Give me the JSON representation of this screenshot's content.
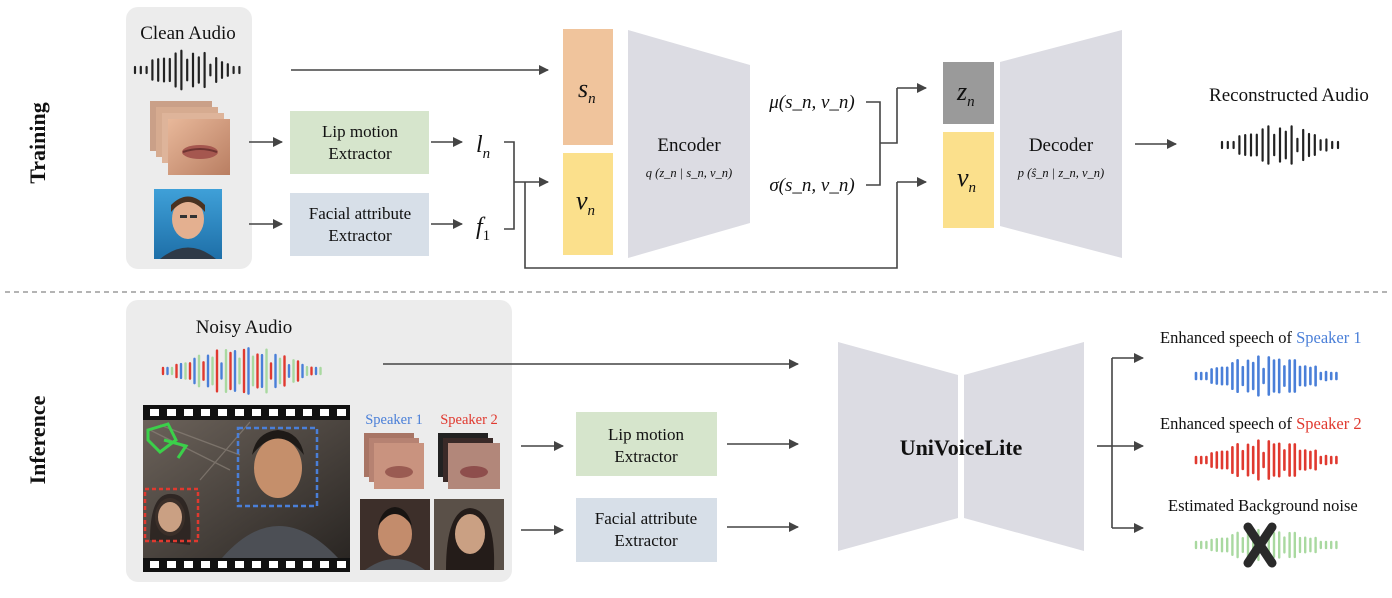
{
  "colors": {
    "panel": "#ececec",
    "enc_dec": "#dcdce3",
    "lip_box": "#d6e5cc",
    "face_box": "#d7dfe8",
    "s_box": "#f0c49c",
    "v_box": "#fbe08c",
    "z_box": "#9a9a9a",
    "speaker1": "#4a7fd8",
    "speaker2": "#e0392f",
    "noise": "#a9d9a0",
    "arrow": "#444444"
  },
  "training": {
    "side_label": "Training",
    "clean_audio": "Clean Audio",
    "lip_extractor": [
      "Lip motion",
      "Extractor"
    ],
    "face_extractor": [
      "Facial attribute",
      "Extractor"
    ],
    "l_n": "l",
    "l_sub": "n",
    "f_1": "f",
    "f_sub": "1",
    "s_n": "s",
    "v_n": "v",
    "z_n": "z",
    "sub_n": "n",
    "encoder": "Encoder",
    "encoder_formula": "q (z_n | s_n, v_n)",
    "mu": "μ(s_n, v_n)",
    "sigma": "σ(s_n, v_n)",
    "decoder": "Decoder",
    "decoder_formula": "p (ŝ_n | z_n, v_n)",
    "reconstructed": "Reconstructed Audio"
  },
  "inference": {
    "side_label": "Inference",
    "noisy_audio": "Noisy Audio",
    "speaker1": "Speaker 1",
    "speaker2": "Speaker 2",
    "lip_extractor": [
      "Lip motion",
      "Extractor"
    ],
    "face_extractor": [
      "Facial attribute",
      "Extractor"
    ],
    "model": "UniVoiceLite",
    "out1_prefix": "Enhanced speech of ",
    "out1_speaker": "Speaker 1",
    "out2_prefix": "Enhanced speech of ",
    "out2_speaker": "Speaker 2",
    "out3": "Estimated Background noise"
  }
}
